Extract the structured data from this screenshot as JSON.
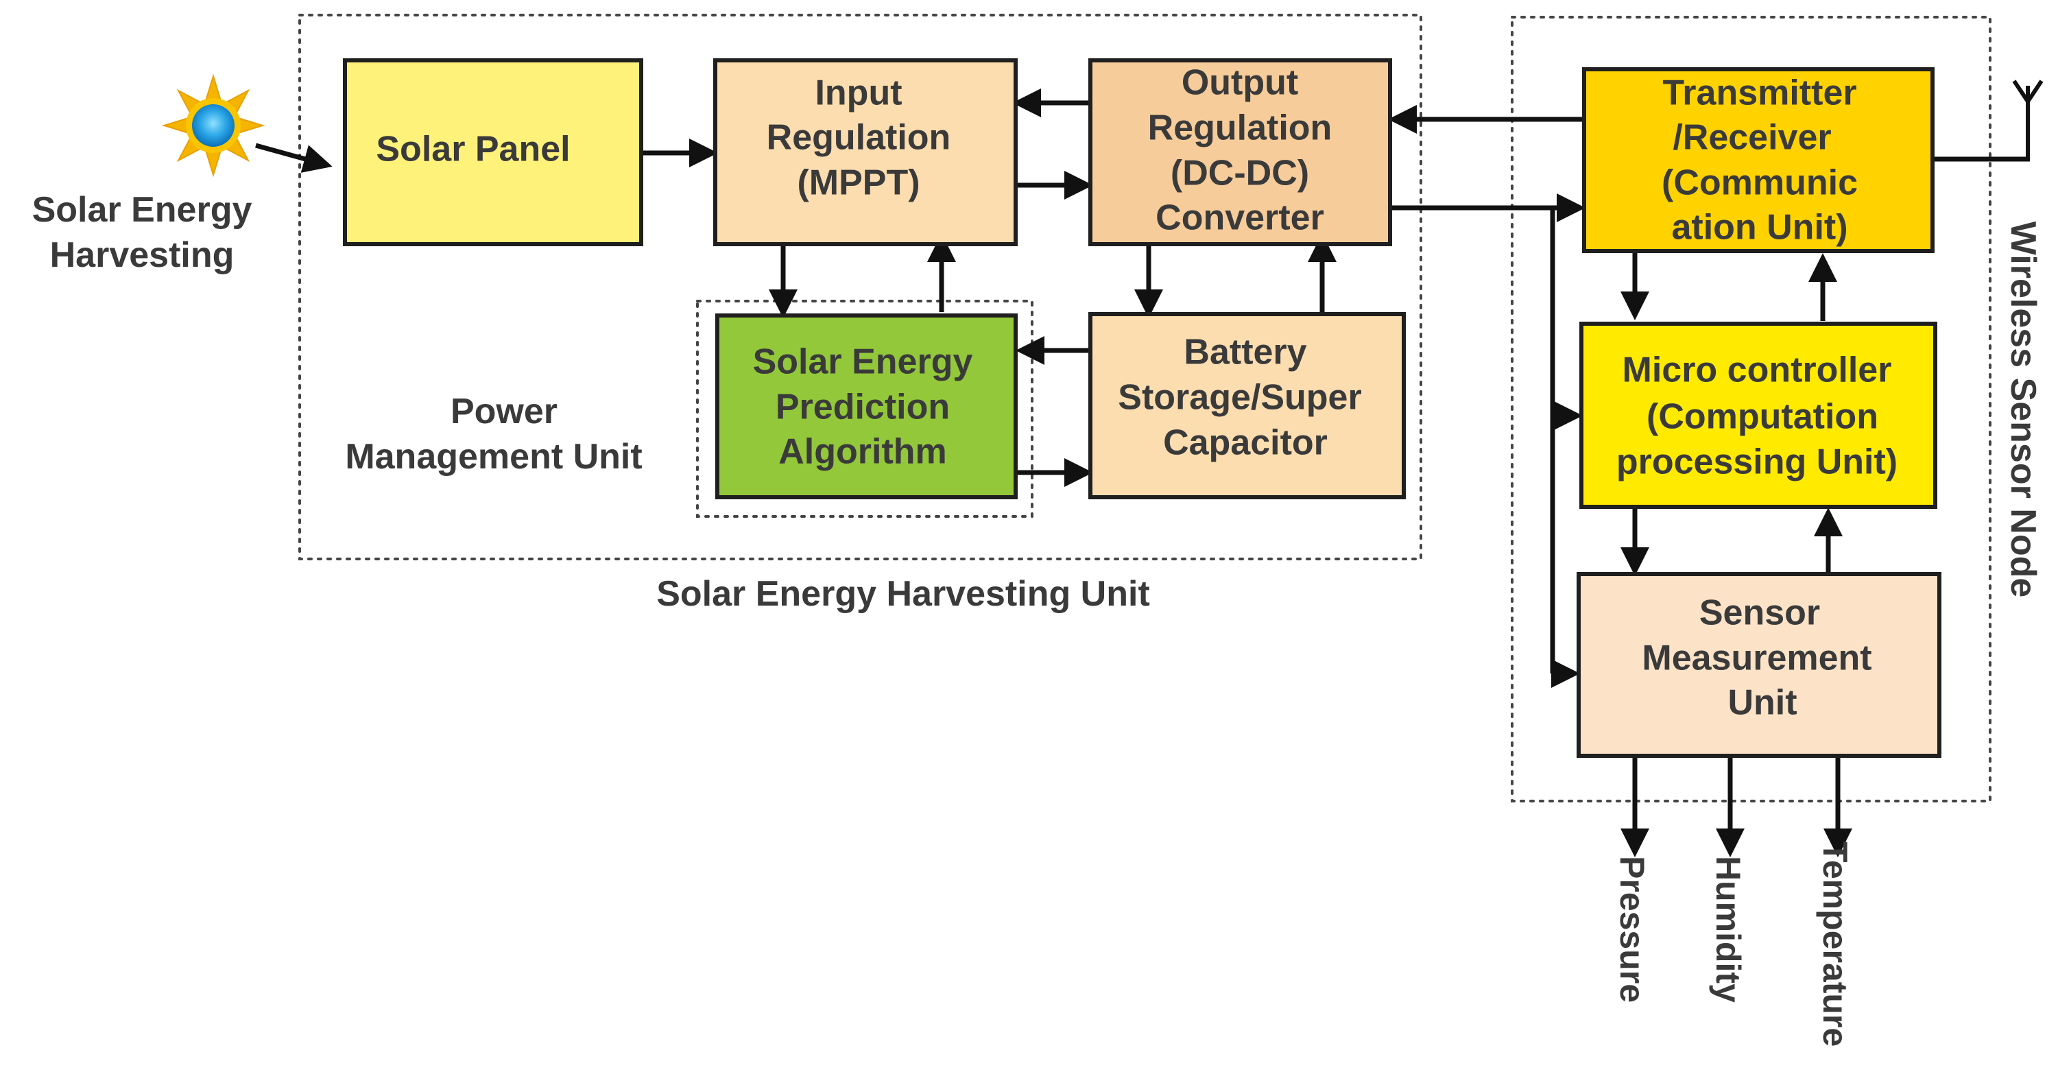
{
  "source": {
    "label_line1": "Solar Energy",
    "label_line2": "Harvesting",
    "icon": "sun-icon"
  },
  "harvesting_unit": {
    "title": "Solar Energy Harvesting Unit",
    "power_management_line1": "Power",
    "power_management_line2": "Management Unit"
  },
  "sensor_node": {
    "title": "Wireless Sensor Node",
    "antenna_icon": "antenna-icon"
  },
  "blocks": {
    "solar_panel": {
      "lines": [
        "Solar Panel"
      ],
      "fill": "#FFF27A"
    },
    "input_regulation": {
      "lines": [
        "Input",
        "Regulation",
        "(MPPT)"
      ],
      "fill": "#FCDDB0"
    },
    "output_regulation": {
      "lines": [
        "Output",
        "Regulation",
        "(DC-DC)",
        "Converter"
      ],
      "fill": "#F6CC9A"
    },
    "prediction": {
      "lines": [
        "Solar Energy",
        "Prediction",
        "Algorithm"
      ],
      "fill": "#93C83A"
    },
    "battery": {
      "lines": [
        "Battery",
        "Storage/Super",
        "Capacitor"
      ],
      "fill": "#FCDDB0"
    },
    "transmitter": {
      "lines": [
        "Transmitter",
        "/Receiver",
        "(Communic",
        "ation Unit)"
      ],
      "fill": "#FFD200"
    },
    "microcontroller": {
      "lines": [
        "Micro controller",
        "(Computation",
        "processing Unit)"
      ],
      "fill": "#FFEA00"
    },
    "sensor_measurement": {
      "lines": [
        "Sensor",
        "Measurement",
        "Unit"
      ],
      "fill": "#FCE3C8"
    }
  },
  "outputs": [
    "Pressure",
    "Humidity",
    "Temperature"
  ]
}
